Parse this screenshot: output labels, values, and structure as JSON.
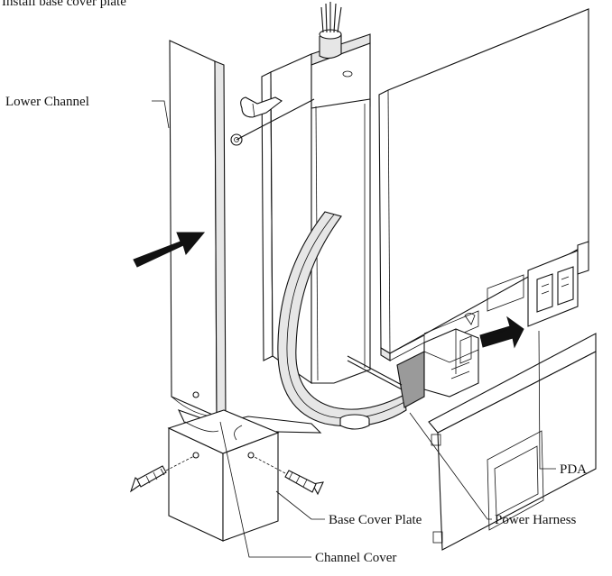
{
  "title": "Install base cover plate",
  "labels": {
    "lower_channel": "Lower Channel",
    "pda": "PDA",
    "base_cover_plate": "Base Cover Plate",
    "power_harness": "Power Harness",
    "channel_cover": "Channel Cover"
  }
}
